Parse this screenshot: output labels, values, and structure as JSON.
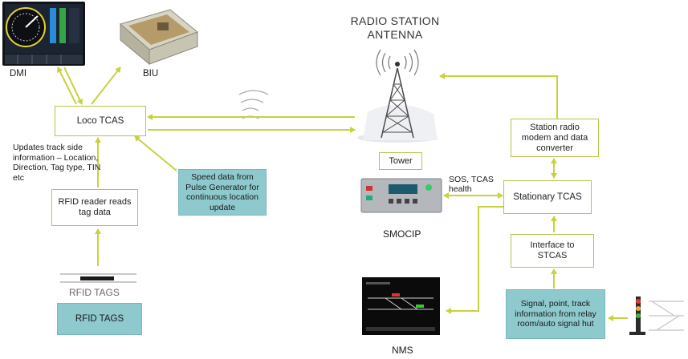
{
  "labels": {
    "dmi": "DMI",
    "biu": "BIU",
    "loco_tcas": "Loco TCAS",
    "radio_station_antenna": "RADIO STATION ANTENNA",
    "tower": "Tower",
    "station_radio_modem": "Station radio modem and data converter",
    "stationary_tcas": "Stationary TCAS",
    "interface_stcas": "Interface to STCAS",
    "signal_info": "Signal, point, track information from relay room/auto signal hut",
    "smocip": "SMOCIP",
    "sos_health": "SOS, TCAS health",
    "nms": "NMS",
    "rfid_reader": "RFID reader reads tag data",
    "updates_info": "Updates track side information – Location, Direction, Tag type, TIN etc",
    "speed_data": "Speed  data from Pulse Generator for continuous location update",
    "rfid_tags_caption": "RFID TAGS",
    "rfid_tags_box": "RFID TAGS"
  },
  "colors": {
    "arrow": "#c8d23c",
    "box_border": "#b5c24a",
    "teal_box": "#8ec9cd"
  }
}
